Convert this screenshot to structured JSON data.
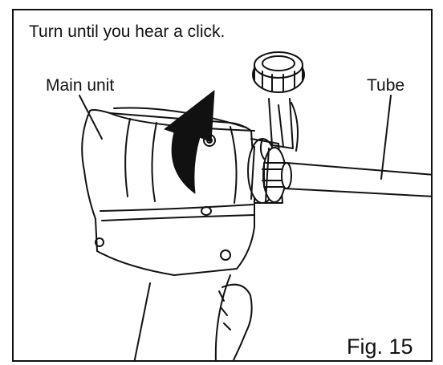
{
  "figure": {
    "instruction": "Turn until you hear a click.",
    "labels": {
      "main_unit": "Main unit",
      "tube": "Tube"
    },
    "caption": "Fig. 15"
  },
  "colors": {
    "ink": "#111111",
    "paper": "#ffffff"
  },
  "icons": [
    "curved-arrow-icon"
  ]
}
